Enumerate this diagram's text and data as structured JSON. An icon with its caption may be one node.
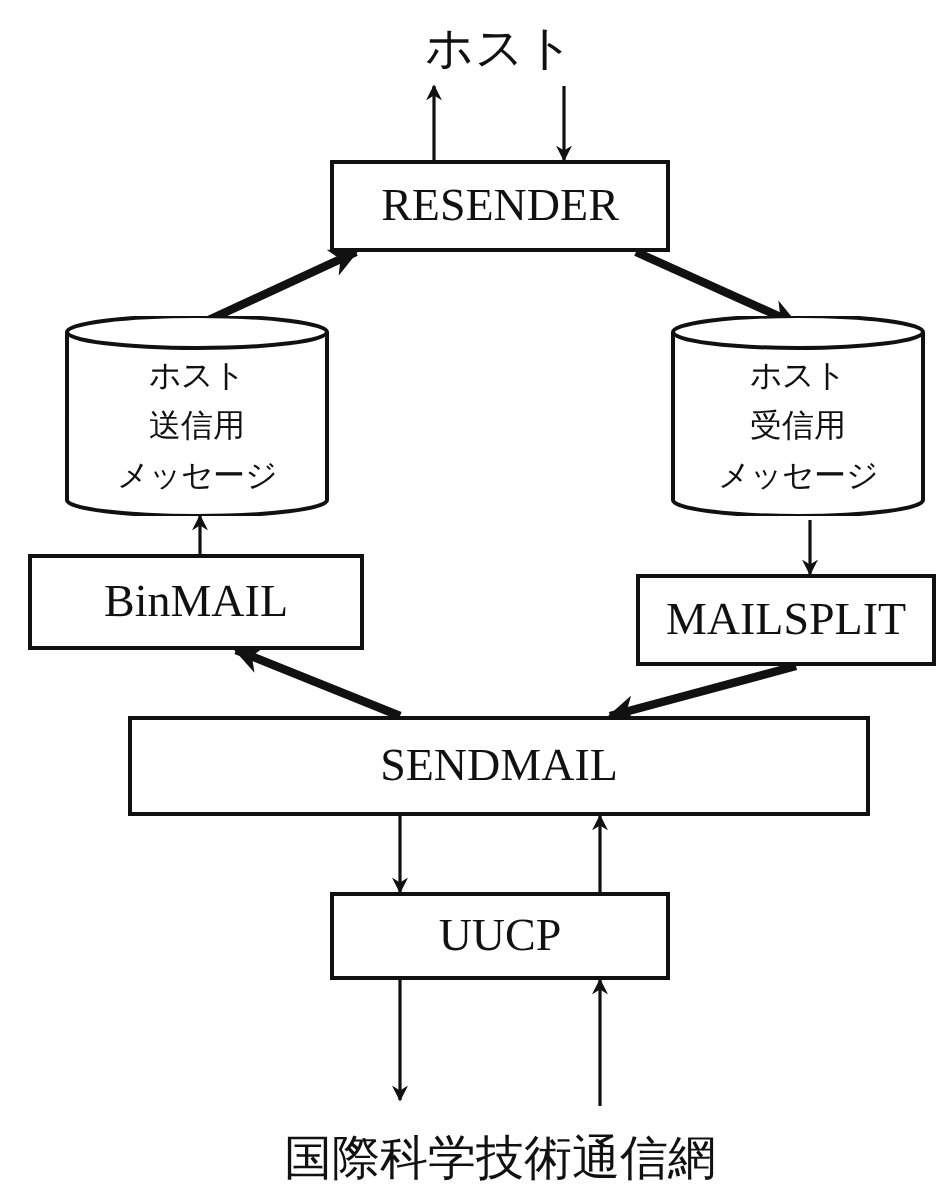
{
  "diagram": {
    "nodes": [
      {
        "text": [
          "ホスト"
        ]
      },
      {
        "text": [
          "RESENDER"
        ]
      },
      {
        "text": [
          "ホスト",
          "送信用",
          "メッセージ"
        ]
      },
      {
        "text": [
          "ホスト",
          "受信用",
          "メッセージ"
        ]
      },
      {
        "text": [
          "BinMAIL"
        ]
      },
      {
        "text": [
          "MAILSPLIT"
        ]
      },
      {
        "text": [
          "SENDMAIL"
        ]
      },
      {
        "text": [
          "UUCP"
        ]
      },
      {
        "text": [
          "国際科学技術通信網"
        ]
      }
    ],
    "edges": [
      {
        "from": 1,
        "to": 0,
        "arrow": "to"
      },
      {
        "from": 0,
        "to": 1,
        "arrow": "to"
      },
      {
        "from": 2,
        "to": 1,
        "arrow": "to",
        "style": "thick"
      },
      {
        "from": 1,
        "to": 3,
        "arrow": "to",
        "style": "thick"
      },
      {
        "from": 3,
        "to": 5,
        "arrow": "to"
      },
      {
        "from": 4,
        "to": 2,
        "arrow": "to"
      },
      {
        "from": 6,
        "to": 4,
        "arrow": "to",
        "style": "thick"
      },
      {
        "from": 5,
        "to": 6,
        "arrow": "to",
        "style": "thick"
      },
      {
        "from": 6,
        "to": 7,
        "arrow": "to"
      },
      {
        "from": 7,
        "to": 6,
        "arrow": "to"
      },
      {
        "from": 7,
        "to": 8,
        "arrow": "to"
      },
      {
        "from": 8,
        "to": 7,
        "arrow": "to"
      }
    ]
  }
}
